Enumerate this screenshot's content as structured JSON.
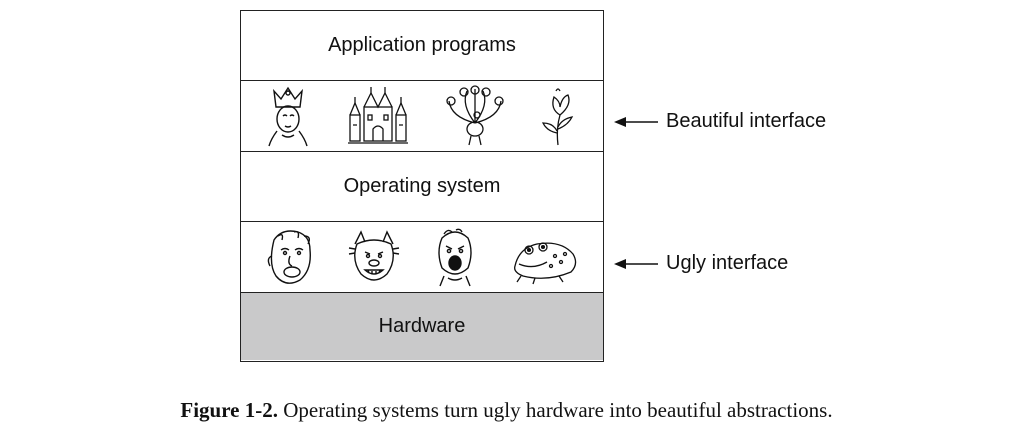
{
  "layers": {
    "application": "Application programs",
    "operating_system": "Operating system",
    "hardware": "Hardware"
  },
  "interfaces": {
    "beautiful": "Beautiful interface",
    "ugly": "Ugly interface"
  },
  "beautiful_icons": [
    "queen-icon",
    "castle-icon",
    "peacock-icon",
    "flower-icon"
  ],
  "ugly_icons": [
    "grumpy-face-icon",
    "pig-monster-icon",
    "screaming-man-icon",
    "toad-icon"
  ],
  "caption": {
    "label": "Figure 1-2.",
    "text": "Operating systems turn ugly hardware into beautiful abstractions."
  },
  "colors": {
    "hardware_fill": "#c9c9ca",
    "border": "#222222"
  }
}
